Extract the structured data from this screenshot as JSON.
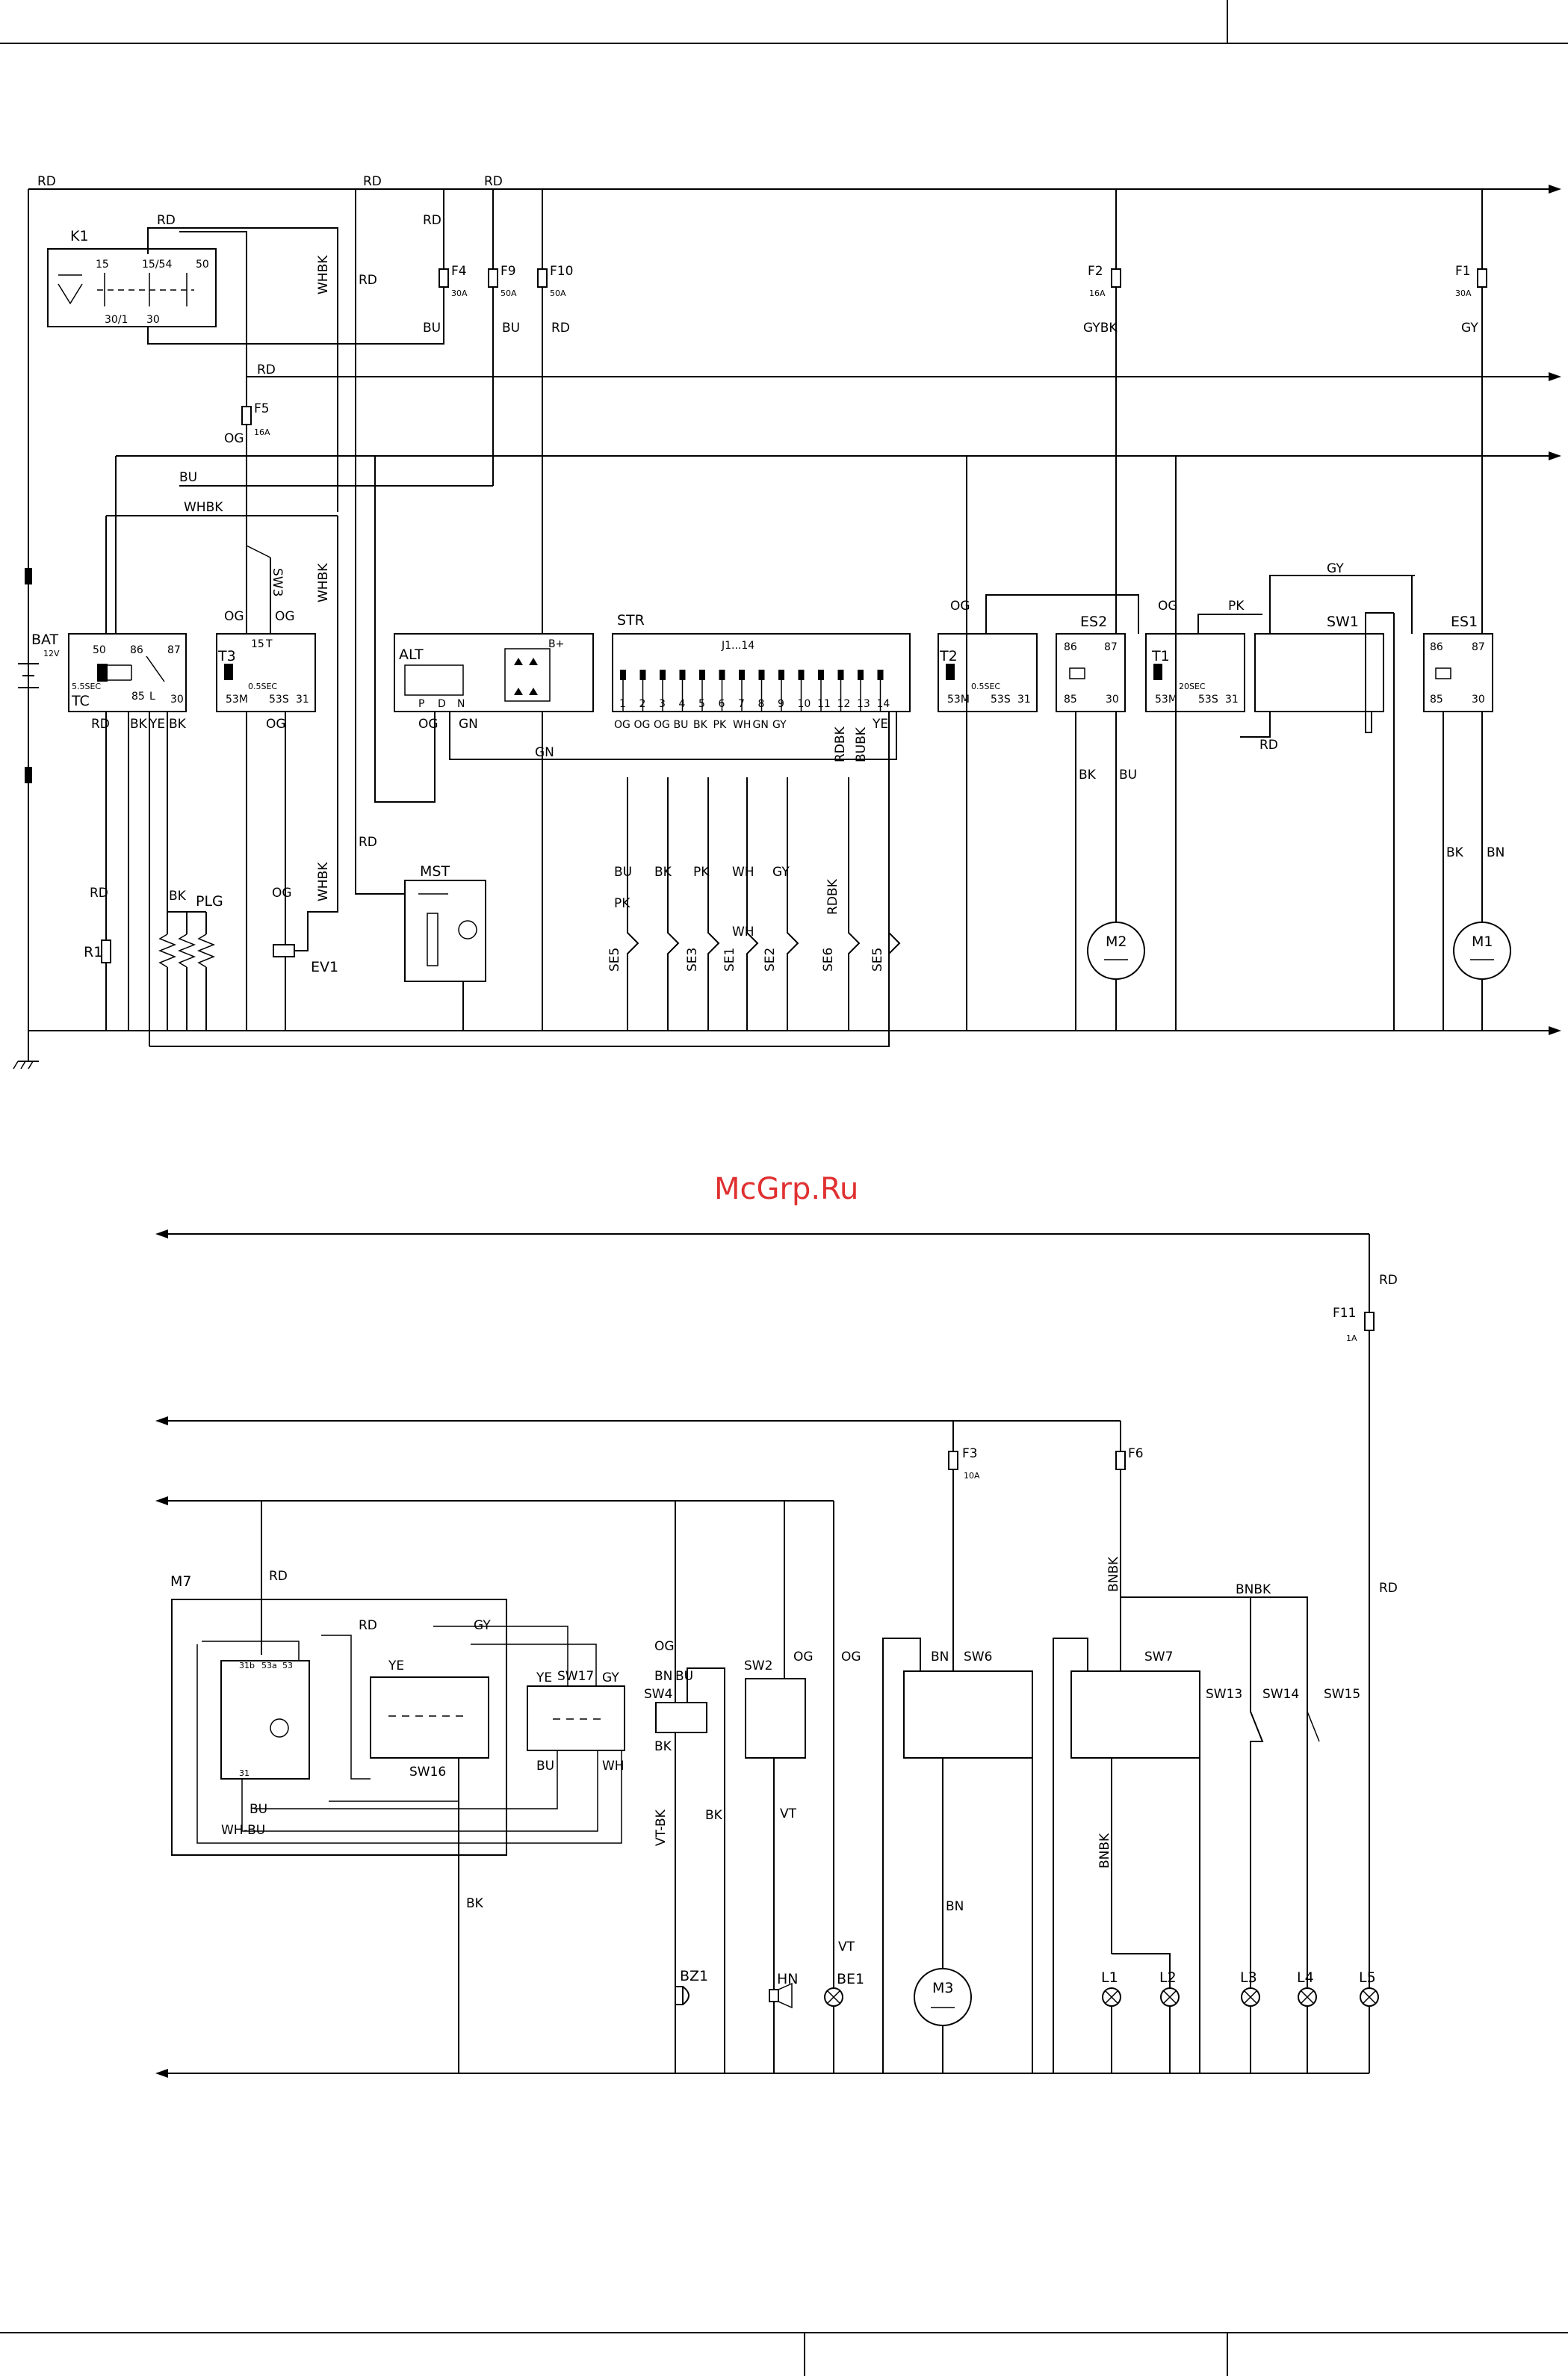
{
  "watermark": "McGrp.Ru",
  "components": {
    "K1": "K1",
    "BAT": "BAT",
    "BAT_v": "12V",
    "TC": "TC",
    "TC_t": "5.5SEC",
    "T3": "T3",
    "T3_t": "0.5SEC",
    "SW3": "SW3",
    "ALT": "ALT",
    "STR": "STR",
    "STR_j": "J1...14",
    "T2": "T2",
    "T2_t": "0.5SEC",
    "ES2": "ES2",
    "T1": "T1",
    "T1_t": "20SEC",
    "SW1": "SW1",
    "ES1": "ES1",
    "R1": "R1",
    "PLG": "PLG",
    "EV1": "EV1",
    "MST": "MST",
    "M2": "M2",
    "M1": "M1",
    "F4": "F4",
    "F4_a": "30A",
    "F9": "F9",
    "F9_a": "50A",
    "F10": "F10",
    "F10_a": "50A",
    "F2": "F2",
    "F2_a": "16A",
    "F1": "F1",
    "F1_a": "30A",
    "F5": "F5",
    "F5_a": "16A",
    "F11": "F11",
    "F11_a": "1A",
    "F3": "F3",
    "F3_a": "10A",
    "F6": "F6",
    "M7": "M7",
    "SW16": "SW16",
    "SW17": "SW17",
    "SW4": "SW4",
    "SW2": "SW2",
    "SW6": "SW6",
    "SW7": "SW7",
    "SW13": "SW13",
    "SW14": "SW14",
    "SW15": "SW15",
    "BZ1": "BZ1",
    "HN": "HN",
    "BE1": "BE1",
    "M3": "M3",
    "L1": "L1",
    "L2": "L2",
    "L3": "L3",
    "L4": "L4",
    "L5": "L5",
    "SE5a": "SE5",
    "SE3": "SE3",
    "SE1": "SE1",
    "SE2": "SE2",
    "SE6": "SE6",
    "SE5b": "SE5"
  },
  "wire_colors": {
    "RD": "RD",
    "BU": "BU",
    "BK": "BK",
    "YE": "YE",
    "OG": "OG",
    "GN": "GN",
    "GY": "GY",
    "PK": "PK",
    "WH": "WH",
    "WHBK": "WHBK",
    "GYBK": "GYBK",
    "RDBK": "RDBK",
    "BUBK": "BUBK",
    "BNBK": "BNBK",
    "BN": "BN",
    "VT": "VT",
    "VT_BK": "VT-BK",
    "WH_BU": "WH-BU"
  },
  "terminals": {
    "t15": "15",
    "t15_54": "15/54",
    "t50": "50",
    "t30_1": "30/1",
    "t30": "30",
    "t50b": "50",
    "t86": "86",
    "t87": "87",
    "t85": "85",
    "tL": "L",
    "tT": "T",
    "t53M": "53M",
    "t53S": "53S",
    "t31": "31",
    "tB": "B+",
    "tP": "P",
    "tD": "D",
    "tN": "N",
    "t1": "1",
    "t2": "2",
    "t3": "3",
    "t4": "4",
    "t5": "5",
    "t6": "6",
    "t7": "7",
    "t8": "8",
    "t9": "9",
    "t10": "10",
    "t11": "11",
    "t12": "12",
    "t13": "13",
    "t14": "14",
    "t31b": "31b",
    "t53a": "53a",
    "t53": "53",
    "t30b": "30"
  },
  "strip_labels": [
    "OG",
    "OG",
    "OG",
    "BU",
    "BK",
    "PK",
    "WH",
    "GN",
    "GY"
  ],
  "pin_numbers": [
    "1",
    "2",
    "3",
    "4",
    "5",
    "6",
    "7",
    "8",
    "9",
    "10",
    "11",
    "12",
    "13",
    "14"
  ]
}
